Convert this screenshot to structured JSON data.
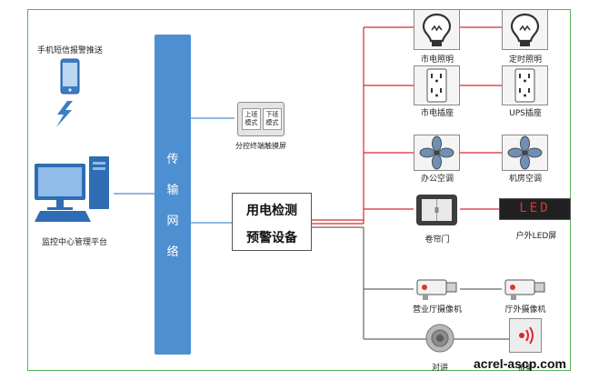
{
  "diagram": {
    "bus_text": [
      "传",
      "输",
      "网",
      "络"
    ],
    "central_device": {
      "line1": "用电检测",
      "line2": "预警设备"
    },
    "left": {
      "phone_label": "手机短信报警推送",
      "computer_label": "监控中心管理平台"
    },
    "touch_screen": {
      "button1": "上班模式",
      "button2": "下班模式",
      "label": "分控终端触摸屏"
    },
    "outputs": {
      "city_lighting": "市电照明",
      "timed_lighting": "定时照明",
      "city_socket": "市电插座",
      "ups_socket": "UPS插座",
      "office_ac": "办公空调",
      "server_ac": "机房空调",
      "shutter_door": "卷帘门",
      "led_text": "LED",
      "led_label": "户外LED屏",
      "hall_camera": "营业厅摄像机",
      "outdoor_camera": "厅外摄像机",
      "intercom": "对讲",
      "alarm": "报警"
    },
    "watermark": "acrel-ascp.com",
    "colors": {
      "bus": "#4d8fd0",
      "power_line": "#d9282a",
      "signal_line": "#666666",
      "network_line": "#4d8fd0",
      "frame": "#58b35a"
    }
  }
}
